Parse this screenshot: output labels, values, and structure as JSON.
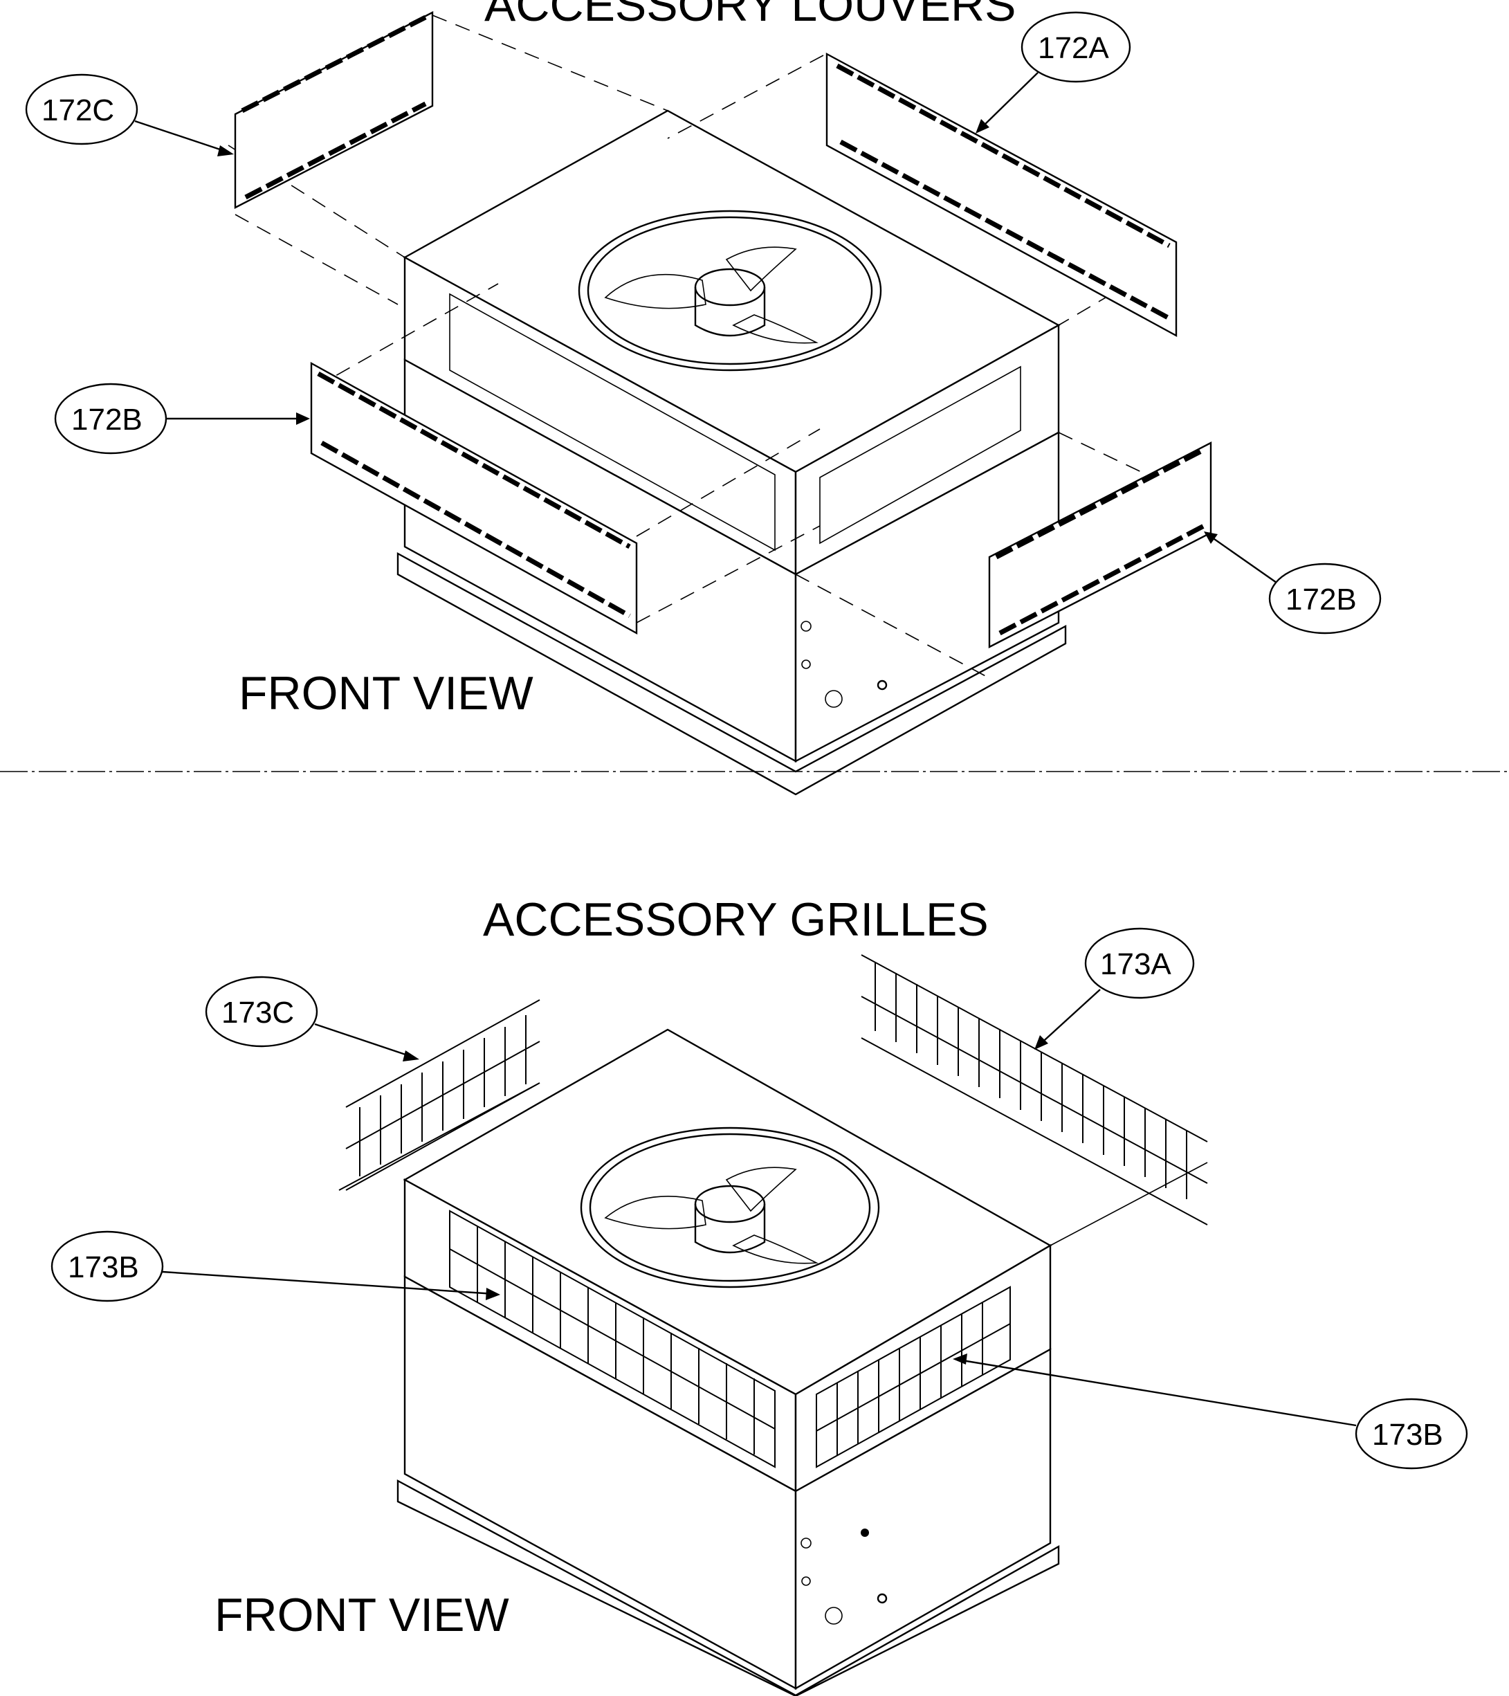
{
  "louvers": {
    "title": "ACCESSORY LOUVERS",
    "view_label": "FRONT VIEW",
    "callouts": [
      "172A",
      "172B",
      "172B",
      "172C"
    ]
  },
  "grilles": {
    "title": "ACCESSORY GRILLES",
    "view_label": "FRONT  VIEW",
    "callouts": [
      "173A",
      "173B",
      "173B",
      "173C"
    ]
  },
  "colors": {
    "ink": "#000000",
    "paper": "#ffffff"
  }
}
